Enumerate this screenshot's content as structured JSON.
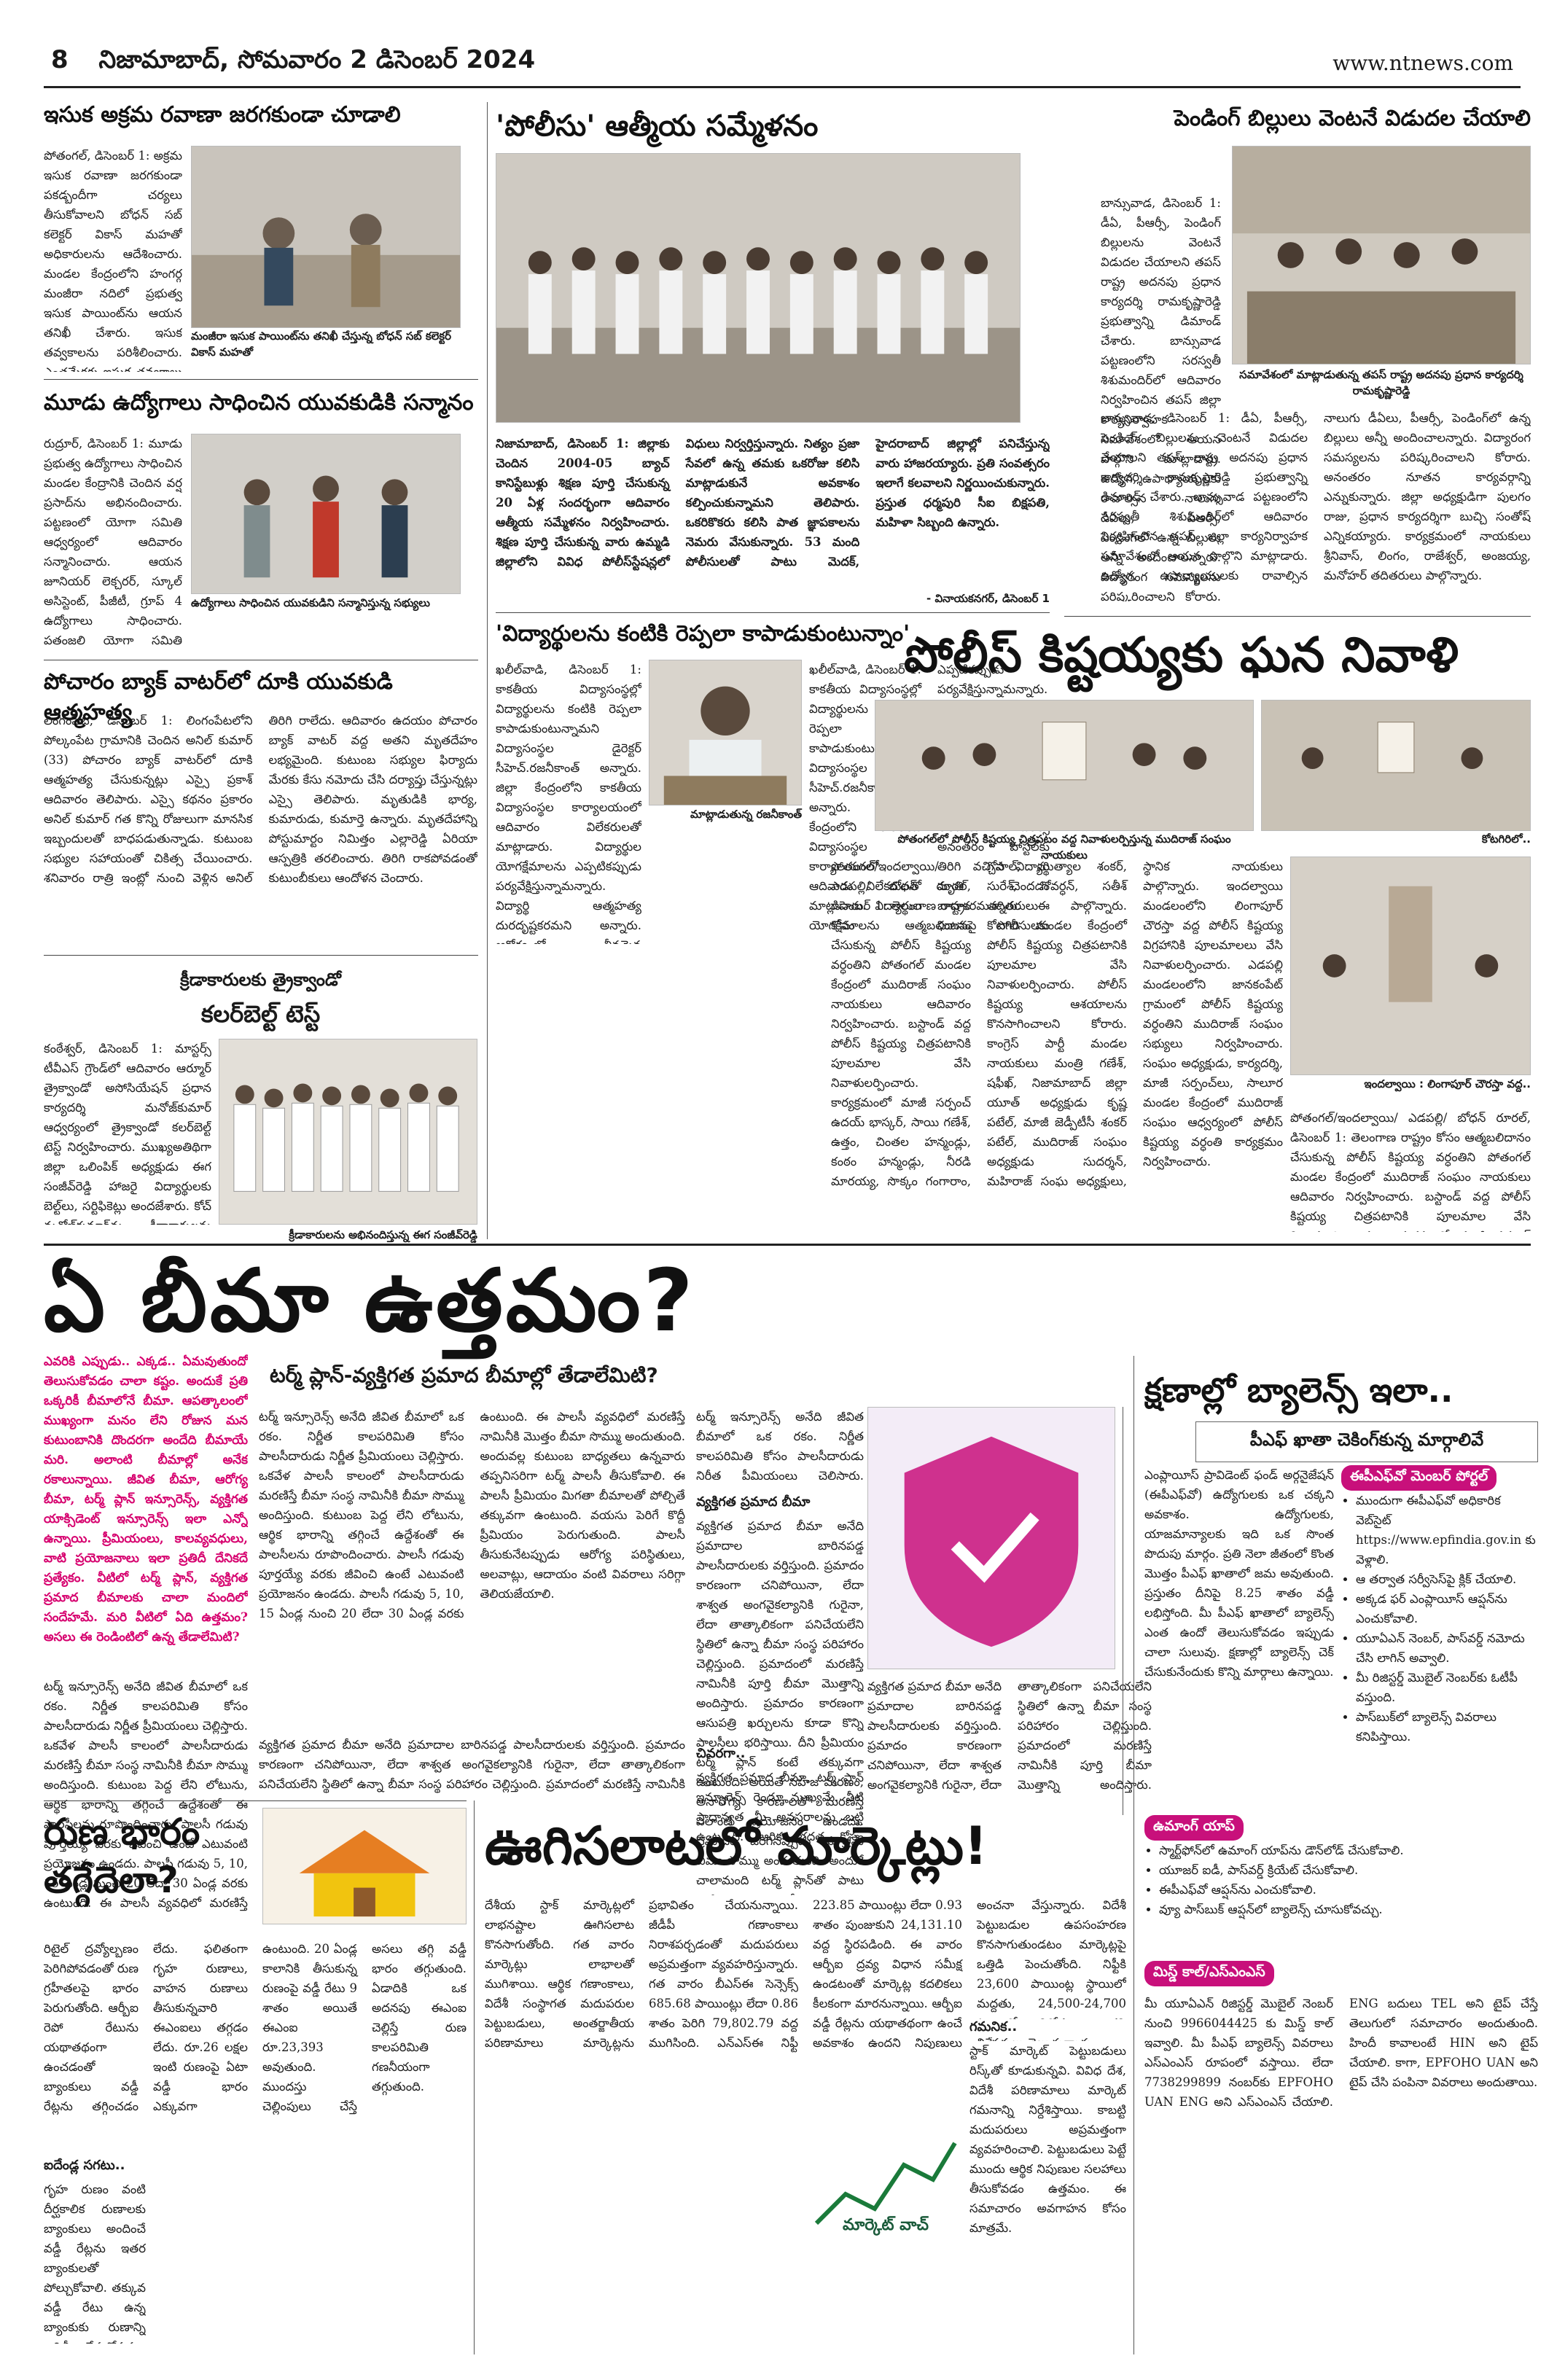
{
  "header": {
    "page_no": "8",
    "dateline": "నిజామాబాద్, సోమవారం 2 డిసెంబర్ 2024",
    "site": "www.ntnews.com"
  },
  "s1": {
    "title": "ఇసుక అక్రమ రవాణా జరగకుండా చూడాలి",
    "body": "పోతంగల్, డిసెంబర్ 1: అక్రమ ఇసుక రవాణా జరగకుండా పకడ్బందీగా చర్యలు తీసుకోవాలని బోధన్ సబ్ కలెక్టర్ వికాస్ మహతో అధికారులను ఆదేశించారు. మండల కేంద్రంలోని హంగర్గ మంజీరా నదిలో ప్రభుత్వ ఇసుక పాయింట్‌ను ఆయన తనిఖీ చేశారు. ఇసుక తవ్వకాలను పరిశీలించారు. ఎంతమేరకు ఇసుక తవ్వకాలు జరిపారని అడిగి తెలుసుకున్నారు. అనంతరం పోతంగల్ మండల కేంద్రంలో ఏర్పాటు చేసిన చెక్ పోస్టును ఆయన తనిఖీ చేశారు. అక్రమంగా ఇసుక రవాణా జరగకుండా చర్యలు తీసుకోవాలని అధికారులను సూచించారు.",
    "caption": "మంజీరా ఇసుక పాయింట్‌ను తనిఖీ చేస్తున్న బోధన్ సబ్ కలెక్టర్ వికాస్ మహతో"
  },
  "s2": {
    "title": "మూడు ఉద్యోగాలు సాధించిన యువకుడికి సన్మానం",
    "body": "రుద్రూర్, డిసెంబర్ 1: మూడు ప్రభుత్వ ఉద్యోగాలు సాధించిన మండల కేంద్రానికి చెందిన వర్ష ప్రసాద్‌ను అభినందించారు. పట్టణంలో యోగా సమితి ఆధ్వర్యంలో ఆదివారం సన్మానించారు. ఆయన జూనియర్ లెక్చరర్, స్కూల్ అసిస్టెంట్, పీజీటీ, గ్రూప్ 4 ఉద్యోగాలు సాధించారు. పతంజలి యోగా సమితి సభ్యులు కలిసి రాము రాజు, సూర్యనారాయణ, బాలాజీ, శ్రీనివాస్, ప్రశాంత్ సాయిలు, శివ పాల్గొన్నారు.",
    "caption": "ఉద్యోగాలు సాధించిన యువకుడిని సన్మానిస్తున్న సభ్యులు"
  },
  "s3": {
    "title": "పోచారం బ్యాక్ వాటర్‌లో దూకి యువకుడి ఆత్మహత్య",
    "body": "లింగంపేట, డిసెంబర్ 1: లింగంపేటలోని పోల్కంపేట గ్రామానికి చెందిన అనిల్ కుమార్ (33) పోచారం బ్యాక్ వాటర్‌లో దూకి ఆత్మహత్య చేసుకున్నట్లు ఎస్సై ప్రకాశ్ ఆదివారం తెలిపారు. ఎస్సై కథనం ప్రకారం అనిల్ కుమార్ గత కొన్ని రోజులుగా మానసిక ఇబ్బందులతో బాధపడుతున్నాడు. కుటుంబ సభ్యుల సహాయంతో చికిత్స చేయించారు. శనివారం రాత్రి ఇంట్లో నుంచి వెళ్లిన అనిల్ తిరిగి రాలేదు. ఆదివారం ఉదయం పోచారం బ్యాక్ వాటర్ వద్ద అతని మృతదేహం లభ్యమైంది. కుటుంబ సభ్యుల ఫిర్యాదు మేరకు కేసు నమోదు చేసి దర్యాప్తు చేస్తున్నట్లు ఎస్సై తెలిపారు. మృతుడికి భార్య, కుమారుడు, కుమార్తె ఉన్నారు. మృతదేహాన్ని పోస్టుమార్టం నిమిత్తం ఎల్లారెడ్డి ఏరియా ఆస్పత్రికి తరలించారు. తిరిగి రాకపోవడంతో కుటుంబీకులు ఆందోళన చెందారు."
  },
  "s4": {
    "kicker": "క్రీడాకారులకు త్రైక్వాండో",
    "title": "కలర్‌బెల్ట్ టెస్ట్",
    "body": "కంఠేశ్వర్, డిసెంబర్ 1: మాస్టర్స్ టీవీఎస్ గ్రౌండ్‌లో ఆదివారం ఆర్మూర్ త్రైక్వాండో అసోసియేషన్ ప్రధాన కార్యదర్శి మనోజ్‌కుమార్ ఆధ్వర్యంలో త్రైక్వాండో కలర్‌బెల్ట్ టెస్ట్ నిర్వహించారు. ముఖ్యఅతిథిగా జిల్లా ఒలింపిక్ అధ్యక్షుడు ఈగ సంజీవ్‌రెడ్డి హాజరై విద్యార్థులకు బెల్ట్‌లు, సర్టిఫికెట్లు అందజేశారు. కోచ్ మనోజ్‌కుమార్‌ను క్రీడాకారులను అభినందించారు.",
    "caption": "క్రీడాకారులను అభినందిస్తున్న ఈగ సంజీవ్‌రెడ్డి"
  },
  "s5": {
    "title": "'పోలీసు' ఆత్మీయ సమ్మేళనం",
    "body": "నిజామాబాద్, డిసెంబర్ 1: జిల్లాకు చెందిన 2004-05 బ్యాచ్ కానిస్టేబుళ్లు శిక్షణ పూర్తి చేసుకున్న 20 ఏళ్ల సందర్భంగా ఆదివారం ఆత్మీయ సమ్మేళనం నిర్వహించారు. శిక్షణ పూర్తి చేసుకున్న వారు ఉమ్మడి జిల్లాలోని వివిధ పోలీస్‌స్టేషన్లలో విధులు నిర్వర్తిస్తున్నారు. నిత్యం ప్రజా సేవలో ఉన్న తమకు ఒకరోజు కలిసి మాట్లాడుకునే అవకాశం కల్పించుకున్నామని తెలిపారు. ఒకరికొకరు కలిసి పాత జ్ఞాపకాలను నెమరు వేసుకున్నారు. 53 మంది పోలీసులతో పాటు మెదక్, హైదరాబాద్ జిల్లాల్లో పనిచేస్తున్న వారు హాజరయ్యారు. ప్రతి సంవత్సరం ఇలాగే కలవాలని నిర్ణయించుకున్నారు. ప్రస్తుత ధర్మపురి సీఐ బిక్షపతి, మహిళా సిబ్బంది ఉన్నారు.",
    "byline": "- వినాయకనగర్, డిసెంబర్ 1"
  },
  "s6": {
    "title": "'విద్యార్థులను కంటికి రెప్పలా కాపాడుకుంటున్నాం'",
    "body": "ఖలీల్‌వాడి, డిసెంబర్ 1: కాకతీయ విద్యాసంస్థల్లో విద్యార్థులను కంటికి రెప్పలా కాపాడుకుంటున్నామని విద్యాసంస్థల డైరెక్టర్ సీహెచ్.రజనీకాంత్ అన్నారు. జిల్లా కేంద్రంలోని కాకతీయ విద్యాసంస్థల కార్యాలయంలో ఆదివారం విలేకరులతో మాట్లాడారు. విద్యార్థుల యోగక్షేమాలను ఎప్పటికప్పుడు పర్యవేక్షిస్తున్నామన్నారు. విద్యార్థి ఆత్మహత్య దురదృష్టకరమని అన్నారు. ఆరోగ్యంలో తీవ్రమైన అస్వస్థతకు గురై తల్లిదండ్రులను పిలిపించినట్లు తెలిపారు. చికిత్స అనంతరం హాస్టల్‌కు తిరిగి వచ్చిన విద్యార్థి మృతి చెందడం బాధాకరమన్నారు. ఈ ఘటనపై పోలీసులకు సమాచారం ఇచ్చామని, దర్యాప్తుకు పూర్తిగా సహకరిస్తామని చెప్పారు. పోలీసుల విచారణ అనంతరం వాస్తవాలు వెలుగులోకి వస్తాయని పేర్కొన్నారు. విద్యార్థుల భద్రతకు అన్ని చర్యలు తీసుకుంటున్నామని తెలిపారు. రెండు రోజులుగా జరిగిన సంఘటనలను తల్లిదండ్రులకు వివరించామని, సీసీ ఫుటేజీని మీడియాకు చూపించారు.",
    "caption": "మాట్లాడుతున్న రజనీకాంత్"
  },
  "s7": {
    "title": "పెండింగ్ బిల్లులు వెంటనే విడుదల చేయాలి",
    "body": "బాన్సువాడ, డిసెంబర్ 1: డీఏ, పీఆర్సీ, పెండింగ్ బిల్లులను వెంటనే విడుదల చేయాలని తపస్ రాష్ట్ర అదనపు ప్రధాన కార్యదర్శి రామకృష్ణారెడ్డి ప్రభుత్వాన్ని డిమాండ్ చేశారు. బాన్సువాడ పట్టణంలోని సరస్వతీ శిశుమందిర్‌లో ఆదివారం నిర్వహించిన తపస్ జిల్లా కార్యనిర్వాహక సమావేశంలో ఆయన పాల్గొని మాట్లాడారు. ఉద్యోగ, ఉపాధ్యాయులకు రావాల్సిన నాలుగు డీఏలు, పీఆర్సీ, పెండింగ్‌లో ఉన్న బిల్లులు అన్నీ అందించాలన్నారు. విద్యారంగ సమస్యలను పరిష్కరించాలని కోరారు. అనంతరం నూతన కార్యవర్గాన్ని ఎన్నుకున్నారు. జిల్లా అధ్యక్షుడిగా పులగం రాజు, ప్రధాన కార్యదర్శిగా బుచ్చి సంతోష్ ఎన్నికయ్యారు. కార్యక్రమంలో నాయకులు శ్రీనివాస్, లింగం, రాజేశ్వర్, అంజయ్య, మనోహర్ తదితరులు పాల్గొన్నారు.",
    "caption": "సమావేశంలో మాట్లాడుతున్న తపస్ రాష్ట్ర అదనపు ప్రధాన కార్యదర్శి రామకృష్ణారెడ్డి"
  },
  "s8": {
    "title": "పోలీస్ కిష్టయ్యకు ఘన నివాళి",
    "caption1": "పోతంగల్‌లో పోలీస్ కిష్టయ్య చిత్రపటం వద్ద నివాళులర్పిస్తున్న ముదిరాజ్ సంఘం నాయకులు",
    "caption2": "కోటగిరిలో..",
    "caption3": "ఇందల్వాయి : లింగాపూర్ చౌరస్తా వద్ద..",
    "body": "పోతంగల్/ఇందల్వాయి/ ఎడపల్లి/ బోధన్ రూరల్, డిసెంబర్ 1: తెలంగాణ రాష్ట్రం కోసం ఆత్మబలిదానం చేసుకున్న పోలీస్ కిష్టయ్య వర్ధంతిని పోతంగల్ మండల కేంద్రంలో ముదిరాజ్ సంఘం నాయకులు ఆదివారం నిర్వహించారు. బస్టాండ్ వద్ద పోలీస్ కిష్టయ్య చిత్రపటానికి పూలమాల వేసి నివాళులర్పించారు. కార్యక్రమంలో మాజీ సర్పంచ్ ఉదయ్ భాస్కర్, సాయి గణేశ్, ఉత్తం, చింతల హన్మండ్లు, కంఠం హన్మండ్లు, నీరడి మారయ్య, సొక్కం గంగారాం, గోపాల్, ముత్యాల శంకర్, సురేశ్, గోవర్ధన్, సతీశ్ తదితరులు పాల్గొన్నారు. కోటగిరి మండల కేంద్రంలో పోలీస్ కిష్టయ్య చిత్రపటానికి పూలమాల వేసి నివాళులర్పించారు. పోలీస్ కిష్టయ్య ఆశయాలను కొనసాగించాలని కోరారు. కాంగ్రెస్ పార్టీ మండల నాయకులు మంత్రి గణేశ్, షఫీఖ్, నిజామాబాద్ జిల్లా యూత్ అధ్యక్షుడు కృష్ణ పటేల్, మాజీ జెడ్పీటీసీ శంకర్ పటేల్, ముదిరాజ్ సంఘం అధ్యక్షుడు సుదర్శన్, మహిరాజ్ సంఘ అధ్యక్షులు, స్థానిక నాయకులు పాల్గొన్నారు. ఇందల్వాయి మండలంలోని లింగాపూర్ చౌరస్తా వద్ద పోలీస్ కిష్టయ్య విగ్రహానికి పూలమాలలు వేసి నివాళులర్పించారు. ఎడపల్లి మండలంలోని జానకంపేట్ గ్రామంలో పోలీస్ కిష్టయ్య వర్ధంతిని ముదిరాజ్ సంఘం సభ్యులు నిర్వహించారు. సంఘం అధ్యక్షుడు, కార్యదర్శి, మాజీ సర్పంచ్‌లు, సాలూర మండల కేంద్రంలో ముదిరాజ్ సంఘం ఆధ్వర్యంలో పోలీస్ కిష్టయ్య వర్ధంతి కార్యక్రమం నిర్వహించారు."
  },
  "s9": {
    "title": "ఏ బీమా ఉత్తమం?",
    "subtitle": "టర్మ్ ప్లాన్-వ్యక్తిగత ప్రమాద బీమాల్లో తేడాలేమిటి?",
    "intro": "ఎవరికి ఎప్పుడు.. ఎక్కడ.. ఏమవుతుందో తెలుసుకోవడం చాలా కష్టం. అందుకే ప్రతి ఒక్కరికీ బీమాలోనే బీమా. ఆపత్కాలంలో ముఖ్యంగా మనం లేని రోజున మన కుటుంబానికి దొందరగా అందేది బీమాయే మరి. అలాంటి బీమాల్లో అనేక రకాలున్నాయి. జీవిత బీమా, ఆరోగ్య బీమా, టర్మ్ ప్లాన్ ఇన్సూరెన్స్, వ్యక్తిగత యాక్సిడెంట్ ఇన్సూరెన్స్ ఇలా ఎన్నో ఉన్నాయి. ప్రీమియంలు, కాలవ్యవధులు, వాటి ప్రయోజనాలు ఇలా ప్రతిదీ దేనికదే ప్రత్యేకం. వీటిలో టర్మ్ ప్లాన్, వ్యక్తిగత ప్రమాద బీమాలకు చాలా మందిలో సందేహమే. మరి వీటిలో ఏది ఉత్తమం? అసలు ఈ రెండింటిలో ఉన్న తేడాలేమిటి?",
    "body": "టర్మ్ ఇన్సూరెన్స్ అనేది జీవిత బీమాలో ఒక రకం. నిర్ణీత కాలపరిమితి కోసం పాలసీదారుడు నిర్ణీత ప్రీమియంలు చెల్లిస్తారు. ఒకవేళ పాలసీ కాలంలో పాలసీదారుడు మరణిస్తే బీమా సంస్థ నామినీకి బీమా సొమ్ము అందిస్తుంది. కుటుంబ పెద్ద లేని లోటును, ఆర్థిక భారాన్ని తగ్గించే ఉద్దేశంతో ఈ పాలసీలను రూపొందించారు. పాలసీ గడువు పూర్తయ్యే వరకు జీవించి ఉంటే ఎటువంటి ప్రయోజనం ఉండదు. పాలసీ గడువు 5, 10, 15 ఏండ్ల నుంచి 20 లేదా 30 ఏండ్ల వరకు ఉంటుంది. ఈ పాలసీ వ్యవధిలో మరణిస్తే నామినీకి మొత్తం బీమా సొమ్ము అందుతుంది. అందువల్ల కుటుంబ బాధ్యతలు ఉన్నవారు తప్పనిసరిగా టర్మ్ పాలసీ తీసుకోవాలి. ఈ పాలసీ ప్రీమియం మిగతా బీమాలతో పోల్చితే తక్కువగా ఉంటుంది. వయసు పెరిగే కొద్దీ ప్రీమియం పెరుగుతుంది. పాలసీ తీసుకునేటప్పుడు ఆరోగ్య పరిస్థితులు, అలవాట్లు, ఆదాయం వంటి వివరాలు సరిగ్గా తెలియజేయాలి.",
    "sub1": "వ్యక్తిగత ప్రమాద బీమా",
    "body2": "వ్యక్తిగత ప్రమాద బీమా అనేది ప్రమాదాల బారినపడ్డ పాలసీదారులకు వర్తిస్తుంది. ప్రమాదం కారణంగా చనిపోయినా, లేదా శాశ్వత అంగవైకల్యానికి గురైనా, లేదా తాత్కాలికంగా పనిచేయలేని స్థితిలో ఉన్నా బీమా సంస్థ పరిహారం చెల్లిస్తుంది. ప్రమాదంలో మరణిస్తే నామినీకి పూర్తి బీమా మొత్తాన్ని అందిస్తారు. ప్రమాదం కారణంగా ఆసుపత్రి ఖర్చులను కూడా కొన్ని పాలసీలు భరిస్తాయి. దీని ప్రీమియం టర్మ్ ప్లాన్ కంటే తక్కువగా ఉంటుంది. అయితే సహజ మరణం, అనారోగ్య కారణాలతో మరణిస్తే ఎలాంటి ప్రయోజనం ఉండదు. ప్రమాదం జరిగినప్పుడు మాత్రమే బీమా సొమ్ము అందుతుంది. అందుకే చాలామంది టర్మ్ ప్లాన్‌తో పాటు వ్యక్తిగత ప్రమాద బీమాను కూడా తీసుకుంటారు.",
    "sub2": "చివరగా..",
    "body3": "వ్యక్తిగత ప్రమాద బీమా, టర్మ్ ప్లాన్ ఇన్సూరెన్స్ రెండూ ముఖ్యమే. వీటి ప్రాధాన్యత మీ అవసరాలను బట్టి ఉంటుంది. ఆర్థిక భద్రత కోసం రెండింటినీ కలిపి తీసుకోవడం మంచిది."
  },
  "s10": {
    "title": "రుణ భారం తగ్గేదెలా?",
    "body": "రిటైల్ ద్రవ్యోల్బణం పెరిగిపోవడంతో రుణ గ్రహీతలపై భారం పెరుగుతోంది. ఆర్బీఐ రెపో రేటును యథాతథంగా ఉంచడంతో బ్యాంకులు వడ్డీ రేట్లను తగ్గించడం లేదు. ఫలితంగా గృహ రుణాలు, వాహన రుణాలు తీసుకున్నవారి ఈఎంఐలు తగ్గడం లేదు. రూ.26 లక్షల ఇంటి రుణంపై ఏటా వడ్డీ భారం ఎక్కువగా ఉంటుంది. 20 ఏండ్ల కాలానికి తీసుకున్న రుణంపై వడ్డీ రేటు 9 శాతం అయితే ఈఎంఐ రూ.23,393 అవుతుంది. ముందస్తు చెల్లింపులు చేస్తే అసలు తగ్గి వడ్డీ భారం తగ్గుతుంది. ఏడాదికి ఒక అదనపు ఈఎంఐ చెల్లిస్తే రుణ కాలపరిమితి గణనీయంగా తగ్గుతుంది.",
    "sub1": "ఐదేండ్ల సగటు..",
    "body2": "గృహ రుణం వంటి దీర్ఘకాలిక రుణాలకు బ్యాంకులు అందించే వడ్డీ రేట్లను ఇతర బ్యాంకులతో పోల్చుకోవాలి. తక్కువ వడ్డీ రేటు ఉన్న బ్యాంకుకు రుణాన్ని బదిలీ చేసుకోవచ్చు. క్రెడిట్ స్కోర్ మెరుగుపరుచుకుంటే తక్కువ వడ్డీకే రుణం లభిస్తుంది. రూ.50 లక్షల రుణంపై 0.5 శాతం వడ్డీ తగ్గినా దీర్ఘకాలంలో లక్షల రూపాయలు ఆదా అవుతాయి. రుణం తీసుకునే ముందు అన్ని అంశాలను పరిశీలించాలి. ఈఎంఐ 10 శాతం పెంచుకుంటే 20 ఏండ్ల రుణం 14 ఏండ్లలో పూర్తవుతుంది. నెలవారీ ఖర్చులను తగ్గించుకుని పొదుపు చేస్తే రుణ భారం త్వరగా తీరుతుంది."
  },
  "s11": {
    "title": "క్షణాల్లో బ్యాలెన్స్ ఇలా..",
    "subtitle": "పీఎఫ్ ఖాతా చెకింగ్‌కున్న మార్గాలివే",
    "body": "ఎంప్లాయీస్ ప్రావిడెంట్ ఫండ్ అర్గనైజేషన్ (ఈపీఎఫ్‌వో) ఉద్యోగులకు ఒక చక్కని అవకాశం. ఉద్యోగులకు, యాజమాన్యాలకు ఇది ఒక సొంత పొదుపు మార్గం. ప్రతి నెలా జీతంలో కొంత మొత్తం పీఎఫ్ ఖాతాలో జమ అవుతుంది. ప్రస్తుతం దీనిపై 8.25 శాతం వడ్డీ లభిస్తోంది. మీ పీఎఫ్ ఖాతాలో బ్యాలెన్స్ ఎంత ఉందో తెలుసుకోవడం ఇప్పుడు చాలా సులువు. క్షణాల్లో బ్యాలెన్స్ చెక్ చేసుకునేందుకు కొన్ని మార్గాలు ఉన్నాయి.",
    "h1": "ఈపీఎఫ్‌వో మెంబర్ పోర్టల్",
    "list1": [
      "ముందుగా ఈపీఎఫ్‌వో అధికారిక వెబ్‌సైట్ https://www.epfindia.gov.in కు వెళ్లాలి.",
      "ఆ తర్వాత సర్వీసెస్‌పై క్లిక్ చేయాలి.",
      "అక్కడ ఫర్ ఎంప్లాయీస్ ఆప్షన్‌ను ఎంచుకోవాలి.",
      "యూఏఎన్ నెంబర్, పాస్‌వర్డ్ నమోదు చేసి లాగిన్ అవ్వాలి.",
      "మీ రిజిస్టర్డ్ మొబైల్ నెంబర్‌కు ఓటీపీ వస్తుంది.",
      "పాస్‌బుక్‌లో బ్యాలెన్స్ వివరాలు కనిపిస్తాయి."
    ],
    "h2": "ఉమాంగ్ యాప్",
    "list2": [
      "స్మార్ట్‌ఫోన్‌లో ఉమాంగ్ యాప్‌ను డౌన్‌లోడ్ చేసుకోవాలి.",
      "యూజర్ ఐడీ, పాస్‌వర్డ్ క్రియేట్ చేసుకోవాలి.",
      "ఈపీఎఫ్‌వో ఆప్షన్‌ను ఎంచుకోవాలి.",
      "వ్యూ పాస్‌బుక్ ఆప్షన్‌లో బ్యాలెన్స్ చూసుకోవచ్చు."
    ],
    "h3": "మిస్డ్ కాల్/ఎస్ఎంఎస్",
    "body2": "మీ యూఏఎన్ రిజిస్టర్డ్ మొబైల్ నెంబర్ నుంచి 9966044425 కు మిస్డ్ కాల్ ఇవ్వాలి. మీ పీఎఫ్ బ్యాలెన్స్ వివరాలు ఎస్ఎంఎస్ రూపంలో వస్తాయి. లేదా 7738299899 నంబర్‌కు EPFOHO UAN ENG అని ఎస్ఎంఎస్ చేయాలి. ENG బదులు TEL అని టైప్ చేస్తే తెలుగులో సమాచారం అందుతుంది. హిందీ కావాలంటే HIN అని టైప్ చేయాలి. కాగా, EPFOHO UAN అని టైప్ చేసి పంపినా వివరాలు అందుతాయి."
  },
  "s12": {
    "title": "ఊగిసలాటలో మార్కెట్లు!",
    "body": "దేశీయ స్టాక్ మార్కెట్లలో లాభనష్టాల ఊగిసలాట కొనసాగుతోంది. గత వారం మార్కెట్లు లాభాలతో ముగిశాయి. ఆర్థిక గణాంకాలు, విదేశీ సంస్థాగత మదుపరుల పెట్టుబడులు, అంతర్జాతీయ పరిణామాలు మార్కెట్లను ప్రభావితం చేయనున్నాయి. జీడీపీ గణాంకాలు నిరాశపర్చడంతో మదుపరులు అప్రమత్తంగా వ్యవహరిస్తున్నారు. గత వారం బీఎస్ఈ సెన్సెక్స్ 685.68 పాయింట్లు లేదా 0.86 శాతం పెరిగి 79,802.79 వద్ద ముగిసింది. ఎన్ఎస్ఈ నిఫ్టీ 223.85 పాయింట్లు లేదా 0.93 శాతం పుంజుకుని 24,131.10 వద్ద స్థిరపడింది. ఈ వారం ఆర్బీఐ ద్రవ్య విధాన సమీక్ష ఉండటంతో మార్కెట్ల కదలికలు కీలకంగా మారనున్నాయి. ఆర్బీఐ వడ్డీ రేట్లను యథాతథంగా ఉంచే అవకాశం ఉందని నిపుణులు అంచనా వేస్తున్నారు. విదేశీ పెట్టుబడుల ఉపసంహరణ కొనసాగుతుండటం మార్కెట్లపై ఒత్తిడి పెంచుతోంది. నిఫ్టీకి 23,600 పాయింట్ల స్థాయిలో మద్దతు, 24,500-24,700 స్థాయిల్లో నిరోధం ఉందని విశ్లేషకులు చెబుతున్నారు.",
    "sub1": "గమనిక..",
    "body2": "స్టాక్ మార్కెట్ పెట్టుబడులు రిస్క్‌తో కూడుకున్నవి. వివిధ దేశ, విదేశీ పరిణామాలు మార్కెట్ గమనాన్ని నిర్దేశిస్తాయి. కాబట్టి మదుపరులు అప్రమత్తంగా వ్యవహరించాలి. పెట్టుబడులు పెట్టే ముందు ఆర్థిక నిపుణుల సలహాలు తీసుకోవడం ఉత్తమం. ఈ సమాచారం అవగాహన కోసం మాత్రమే.",
    "credit": "మార్కెట్ వాచ్"
  }
}
